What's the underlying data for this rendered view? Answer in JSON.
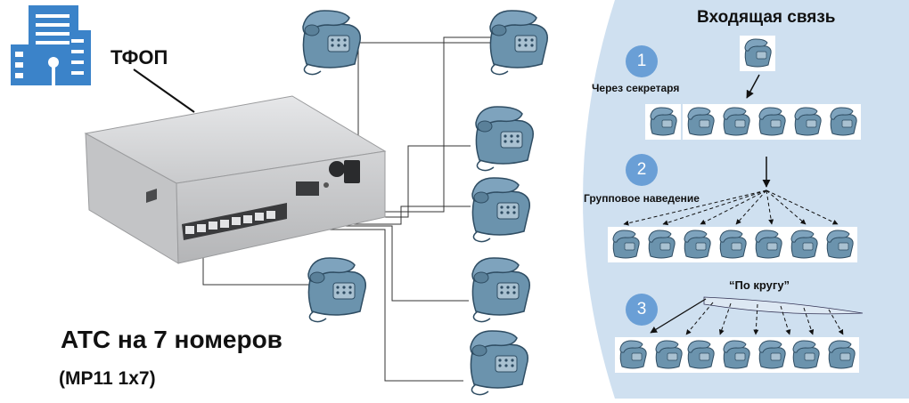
{
  "title": "АТС на 7 номеров",
  "subtitle": "(МР11 1x7)",
  "pstn_label": "ТФОП",
  "panel": {
    "title": "Входящая связь",
    "modes": [
      {
        "number": "1",
        "label": "Через секретаря"
      },
      {
        "number": "2",
        "label": "Групповое наведение"
      },
      {
        "number": "3",
        "label": "“По кругу”"
      }
    ]
  },
  "colors": {
    "panel_bg": "#cfe0f0",
    "badge": "#6a9fd6",
    "phone": "#6b93ad",
    "building": "#3b83c9",
    "pbx_body": "#d6d7d9"
  },
  "icons": [
    "building-icon",
    "pbx-device",
    "desk-phone-icon"
  ]
}
